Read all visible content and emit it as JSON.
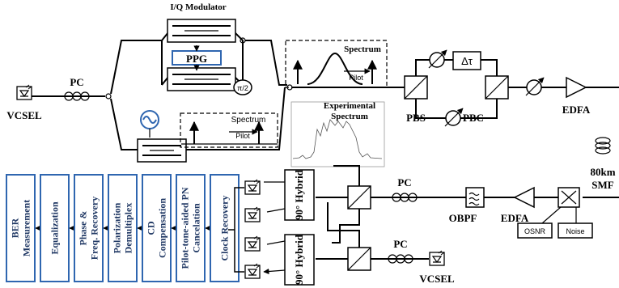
{
  "labels": {
    "iq_modulator": "I/Q Modulator",
    "ppg": "PPG",
    "pi2": "π/2",
    "pc_tx": "PC",
    "vcsel_tx": "VCSEL",
    "spectrum_top": "Spectrum",
    "pilot_top": "Pilot",
    "spectrum_mid": "Spectrum",
    "pilot_mid": "Pilot",
    "experimental_spectrum_l1": "Experimental",
    "experimental_spectrum_l2": "Spectrum",
    "pbs": "PBS",
    "delay": "Δτ",
    "pbc": "PBC",
    "edfa_tx": "EDFA",
    "fiber_l1": "80km",
    "fiber_l2": "SMF",
    "pc_rx1": "PC",
    "obpf": "OBPF",
    "edfa_rx": "EDFA",
    "osnr": "OSNR",
    "noise": "Noise",
    "pc_rx2": "PC",
    "vcsel_rx": "VCSEL",
    "hybrid1": "90° Hybrid",
    "hybrid2": "90° Hybrid"
  },
  "dsp_blocks": [
    "BER Measurement",
    "Equalization",
    "Phase & Freq. Recovery",
    "Polarization Demultiplex",
    "CD Compensation",
    "Pilot-tone-aided PN Cancelation",
    "Clock Recovery"
  ],
  "colors": {
    "dsp_border": "#2f66b0",
    "dsp_text": "#203864",
    "ppg_border": "#2f66b0",
    "rf_source": "#2f66b0"
  }
}
